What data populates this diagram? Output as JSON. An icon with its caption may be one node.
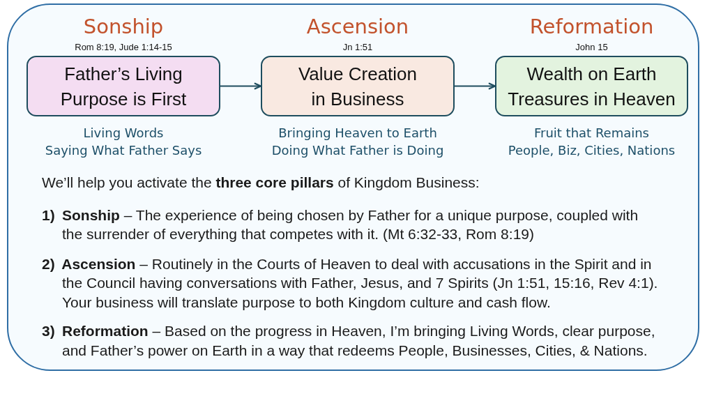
{
  "diagram": {
    "nodes": [
      {
        "text": [
          "We’ll help you activate the **three core pillars** of Kingdom Business:",
          "**1) Sonship** – The experience of being chosen by Father for a unique purpose, coupled with the surrender of everything that competes with it. (Mt 6:32-33, Rom 8:19)",
          "**2) Ascension** – Routinely in the Courts of Heaven to deal with accusations in the Spirit and in the Council having conversations with Father, Jesus, and 7 Spirits (Jn 1:51, 15:16, Rev 4:1). Your business will translate purpose to both Kingdom culture and cash flow.",
          "**3) Reformation** – Based on the progress in Heaven, I’m bringing Living Words, clear purpose, and Father’s power on Earth in a way that redeems People, Businesses, Cities, & Nations."
        ]
      },
      {
        "text": [
          "Sonship",
          "Father’s Living Purpose is First"
        ],
        "beside": [
          "Rom 8:19, Jude 1:14-15",
          "Living Words",
          "Saying What Father Says"
        ],
        "in": 0
      },
      {
        "text": [
          "Ascension",
          "Value Creation in Business"
        ],
        "beside": [
          "Jn 1:51",
          "Bringing Heaven to Earth",
          "Doing What Father is Doing"
        ],
        "in": 0
      },
      {
        "text": [
          "Reformation",
          "Wealth on Earth Treasures in Heaven"
        ],
        "beside": [
          "John 15",
          "Fruit that Remains",
          "People, Biz, Cities, Nations"
        ],
        "in": 0
      }
    ],
    "edges": [
      {
        "from": 1,
        "to": 2,
        "arrow": "to"
      },
      {
        "from": 2,
        "to": 3,
        "arrow": "to"
      }
    ]
  }
}
